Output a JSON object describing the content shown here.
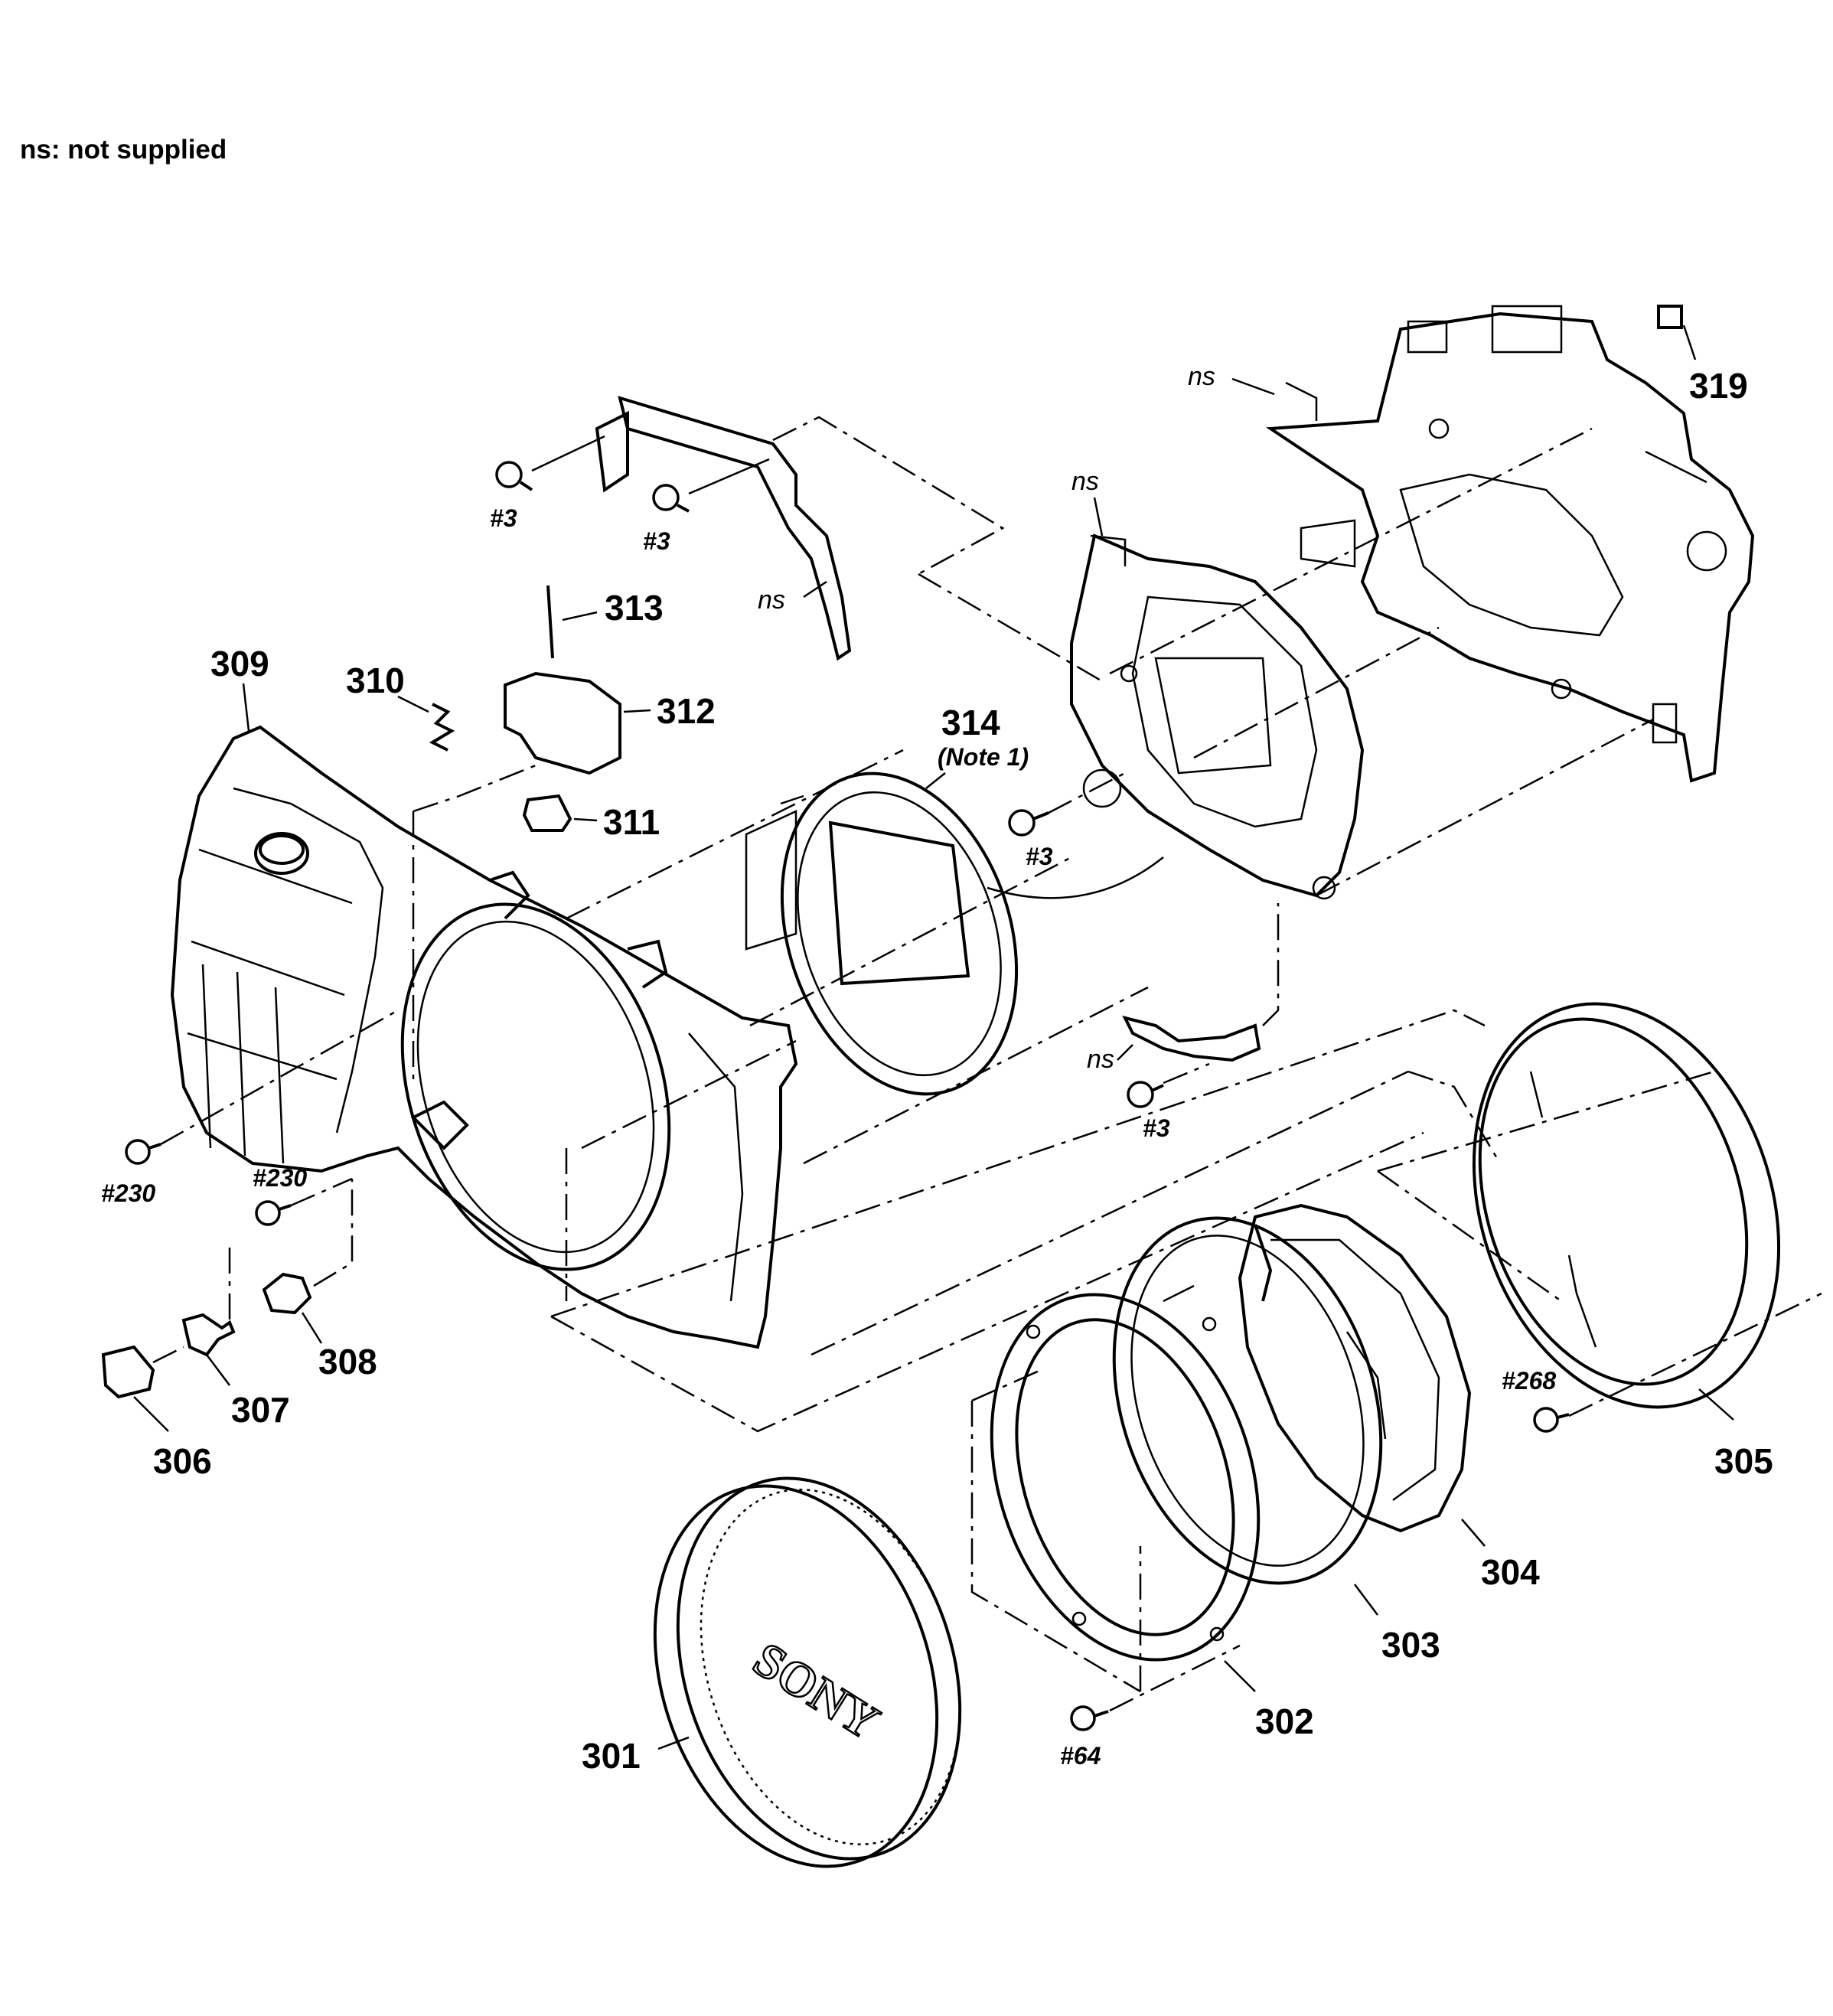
{
  "note": "ns: not supplied",
  "parts": {
    "p301": "301",
    "p302": "302",
    "p303": "303",
    "p304": "304",
    "p305": "305",
    "p306": "306",
    "p307": "307",
    "p308": "308",
    "p309": "309",
    "p310": "310",
    "p311": "311",
    "p312": "312",
    "p313": "313",
    "p314": "314",
    "p319": "319"
  },
  "note1": "(Note 1)",
  "screws": {
    "s3a": "#3",
    "s3b": "#3",
    "s3c": "#3",
    "s3d": "#3",
    "s230a": "#230",
    "s230b": "#230",
    "s268": "#268",
    "s64": "#64"
  },
  "ns_labels": {
    "ns1": "ns",
    "ns2": "ns",
    "ns3": "ns",
    "ns4": "ns"
  },
  "cap_logo": "SONY"
}
